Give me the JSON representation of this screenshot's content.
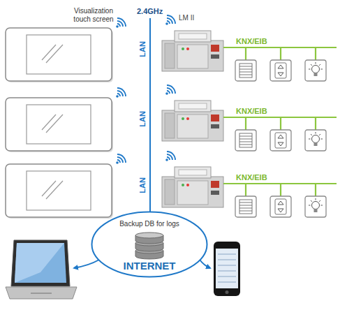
{
  "diagram": {
    "nodes": [
      {
        "text": [
          "Backup DB for logs",
          "INTERNET"
        ]
      }
    ],
    "labels": [
      "Visualization touch screen",
      "2.4GHz",
      "LM II",
      "LAN",
      "LAN",
      "LAN",
      "KNX/EIB",
      "KNX/EIB",
      "KNX/EIB"
    ]
  }
}
